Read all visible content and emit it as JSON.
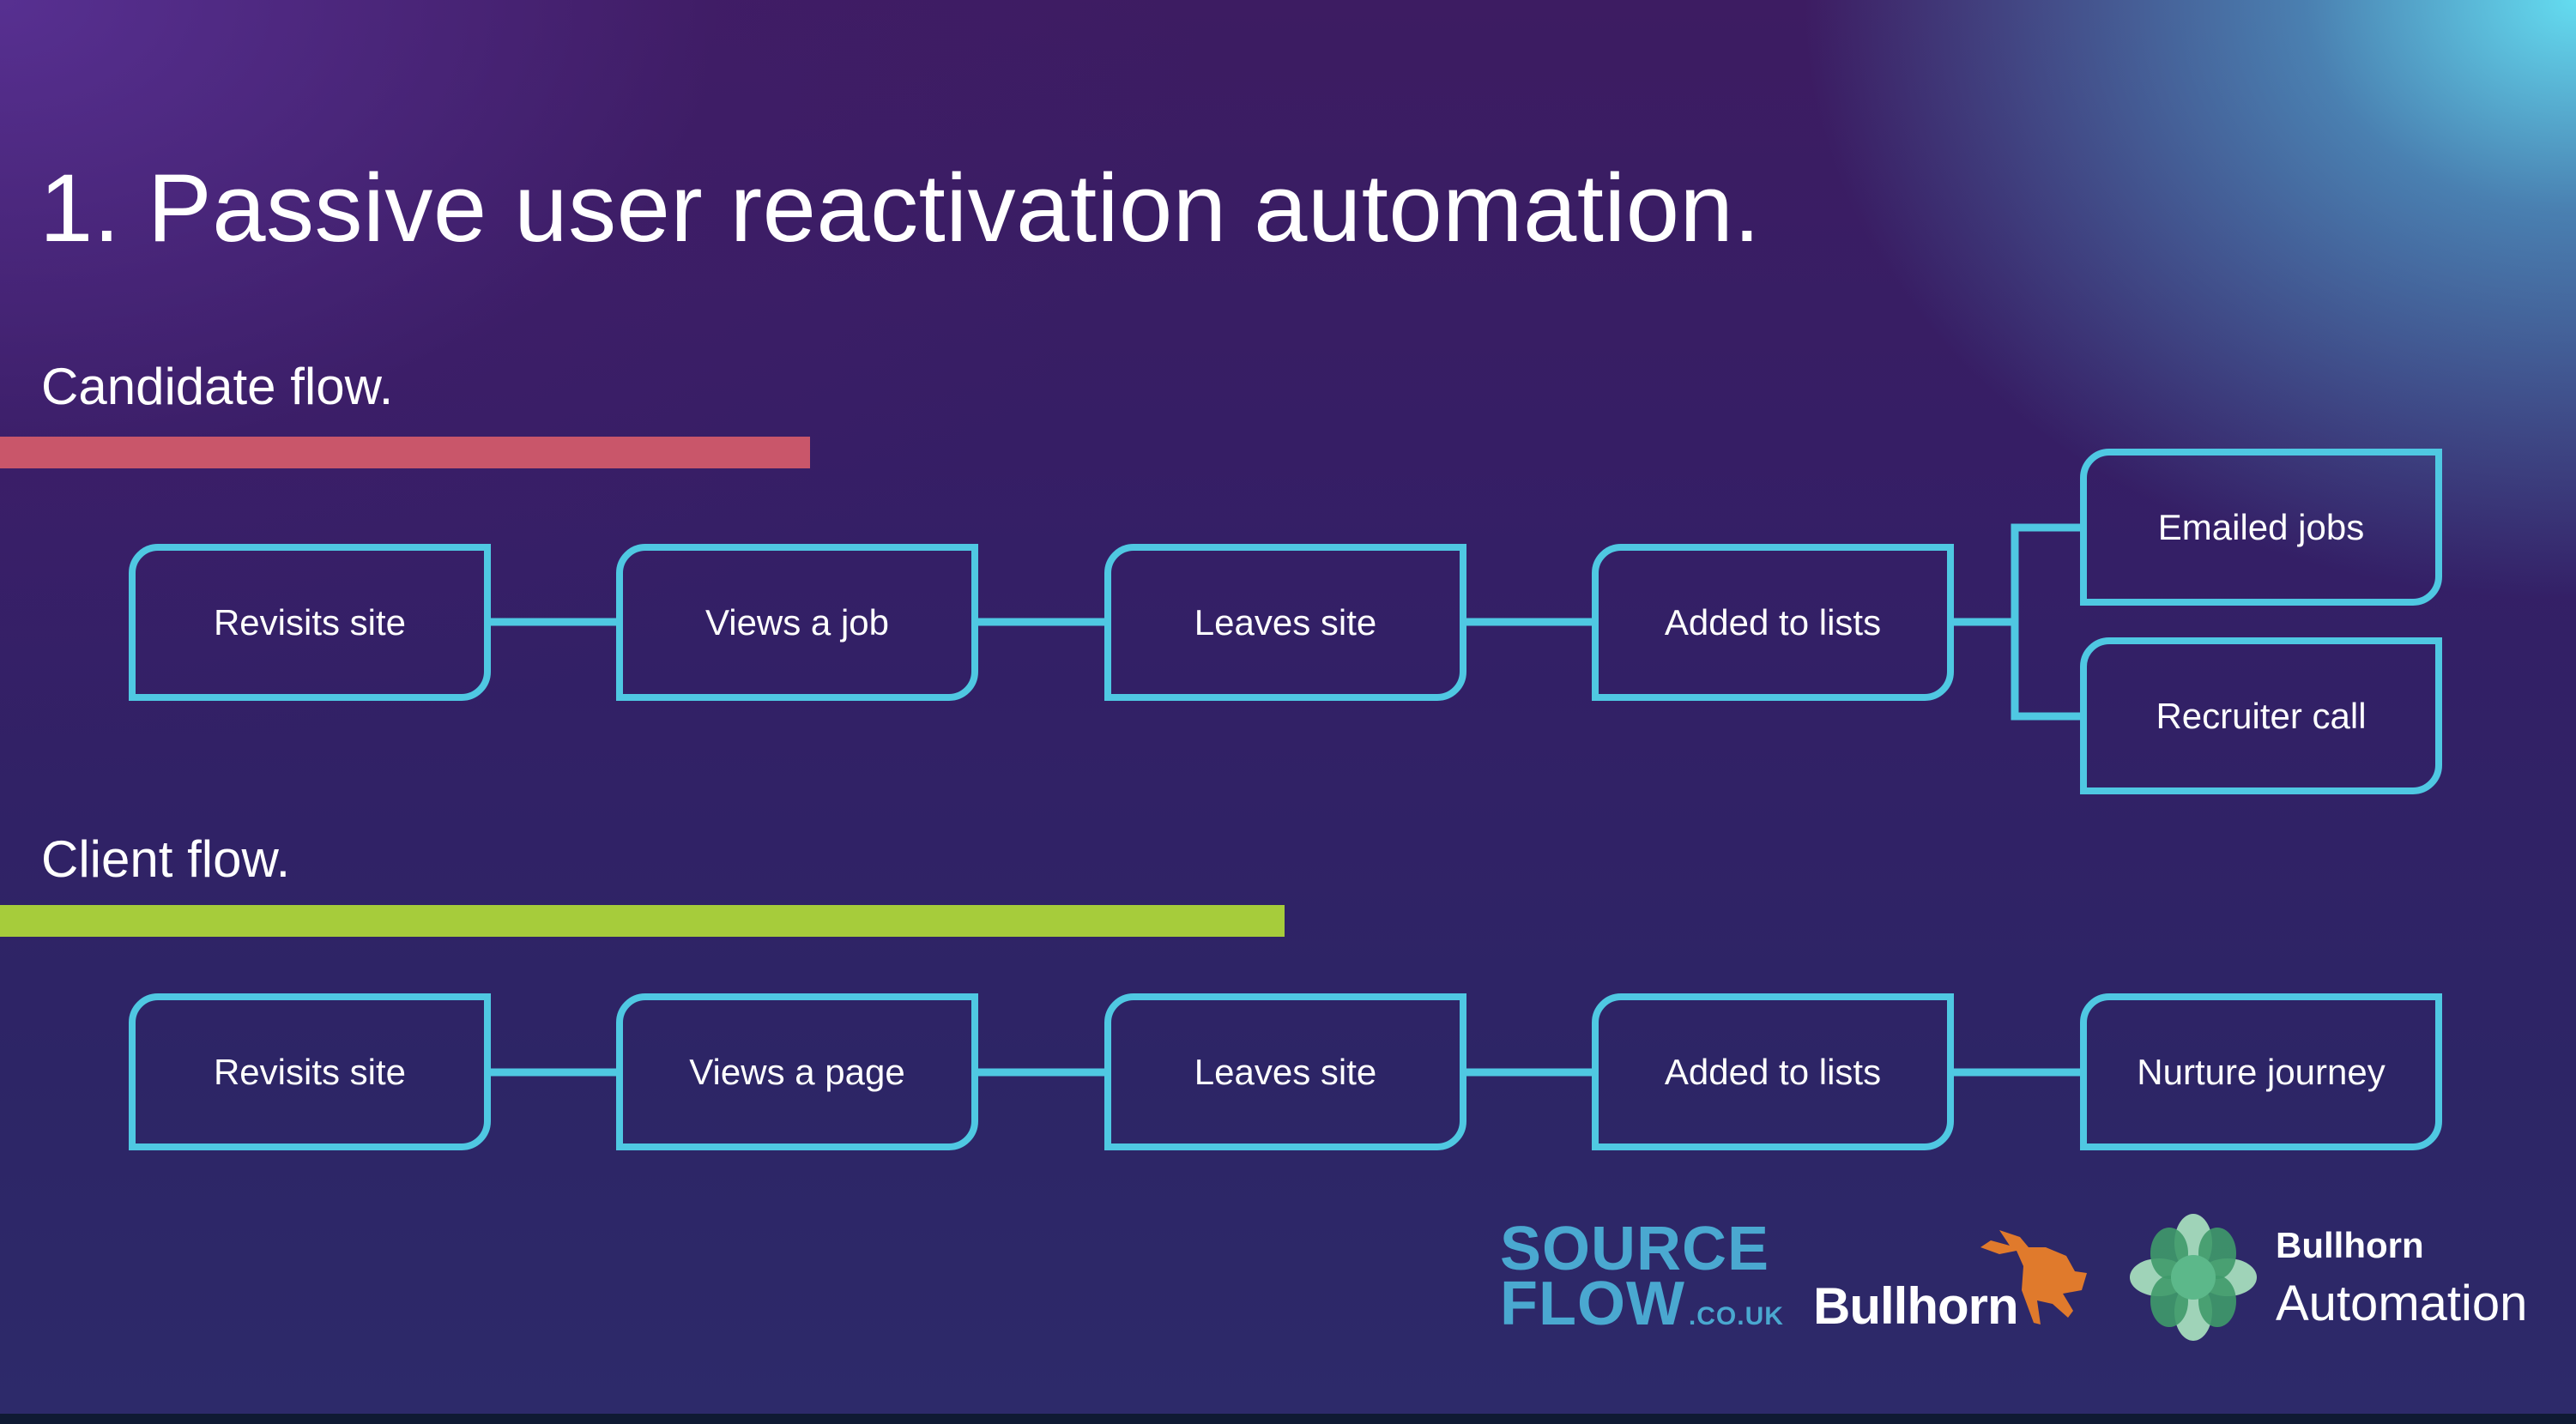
{
  "title": "1. Passive user reactivation automation.",
  "candidate_flow": {
    "heading": "Candidate flow.",
    "accent_color": "#c9566a",
    "steps": [
      "Revisits site",
      "Views a job",
      "Leaves site",
      "Added to lists"
    ],
    "branches": [
      "Emailed jobs",
      "Recruiter call"
    ]
  },
  "client_flow": {
    "heading": "Client flow.",
    "accent_color": "#a6cc3b",
    "steps": [
      "Revisits site",
      "Views a page",
      "Leaves site",
      "Added to lists",
      "Nurture journey"
    ]
  },
  "logos": {
    "sourceflow": {
      "line1": "SOURCE",
      "line2": "FLOW",
      "suffix": ".CO.UK"
    },
    "bullhorn": "Bullhorn",
    "bullhorn_automation": {
      "line1": "Bullhorn",
      "line2": "Automation"
    }
  },
  "colors": {
    "box_border": "#4fc8e2"
  }
}
